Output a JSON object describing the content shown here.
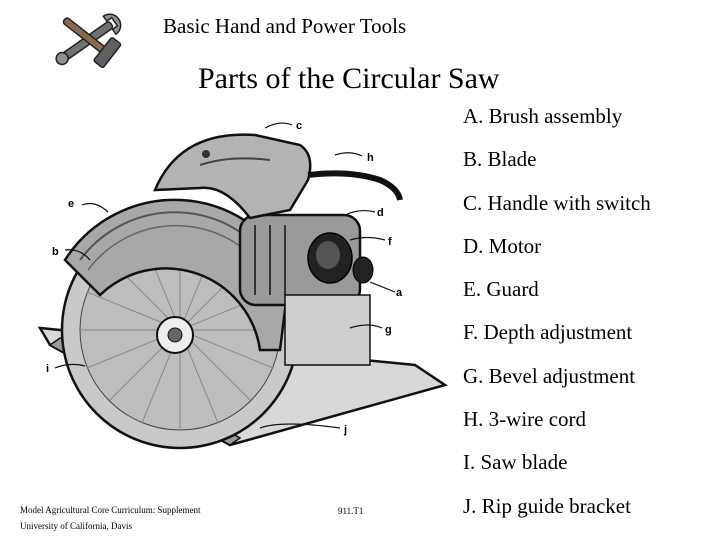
{
  "header": {
    "title": "Basic Hand and Power Tools"
  },
  "main_title": "Parts of the Circular Saw",
  "parts": [
    "A. Brush assembly",
    "B. Blade",
    "C. Handle with switch",
    "D. Motor",
    "E. Guard",
    "F. Depth adjustment",
    "G. Bevel adjustment",
    "H. 3-wire cord",
    "I. Saw blade",
    "J.  Rip guide bracket"
  ],
  "diagram_labels": [
    "c",
    "h",
    "e",
    "d",
    "f",
    "b",
    "a",
    "g",
    "i",
    "j"
  ],
  "footer": {
    "line1": "Model Agricultural Core Curriculum:  Supplement",
    "line2": "University of California, Davis",
    "page": "911.T1"
  }
}
